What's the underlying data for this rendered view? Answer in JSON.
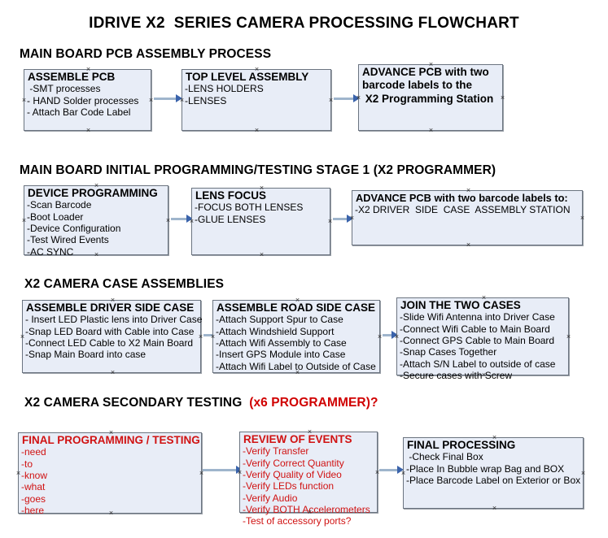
{
  "title": "IDRIVE X2  SERIES CAMERA PROCESSING FLOWCHART",
  "colors": {
    "box_fill": "#e8edf7",
    "box_border": "#6b7480",
    "connector": "#9fb5cc",
    "arrowhead": "#3a63ab",
    "accent_red": "#d01212",
    "text": "#000000"
  },
  "sections": [
    {
      "header": "MAIN BOARD PCB ASSEMBLY PROCESS",
      "header_accent": "",
      "boxes": [
        {
          "title": "ASSEMBLE PCB",
          "lines": [
            " -SMT processes",
            "- HAND Solder processes",
            "- Attach Bar Code Label"
          ]
        },
        {
          "title": "TOP LEVEL ASSEMBLY",
          "lines": [
            "-LENS HOLDERS",
            "-LENSES"
          ]
        },
        {
          "title": "ADVANCE PCB with two",
          "lines": [
            "barcode labels to the",
            " X2 Programming Station"
          ]
        }
      ]
    },
    {
      "header": "MAIN BOARD INITIAL PROGRAMMING/TESTING STAGE 1 (X2 PROGRAMMER)",
      "header_accent": "",
      "boxes": [
        {
          "title": "DEVICE PROGRAMMING",
          "lines": [
            "-Scan Barcode",
            "-Boot Loader",
            "-Device Configuration",
            "-Test Wired Events",
            "-AC SYNC"
          ]
        },
        {
          "title": "LENS FOCUS",
          "lines": [
            "-FOCUS BOTH LENSES",
            "-GLUE LENSES"
          ]
        },
        {
          "title": "ADVANCE PCB with two barcode labels to:",
          "lines": [
            "-X2 DRIVER  SIDE  CASE  ASSEMBLY STATION"
          ]
        }
      ]
    },
    {
      "header": "X2 CAMERA CASE ASSEMBLIES",
      "header_accent": "",
      "boxes": [
        {
          "title": "ASSEMBLE DRIVER SIDE CASE",
          "lines": [
            "- Insert LED Plastic lens into Driver Case",
            "-Snap LED Board with Cable into Case",
            "-Connect LED Cable to X2 Main Board",
            "-Snap Main Board into case"
          ]
        },
        {
          "title": "ASSEMBLE ROAD SIDE CASE",
          "lines": [
            "-Attach Support Spur to Case",
            "-Attach Windshield Support",
            "-Attach Wifi Assembly to Case",
            "-Insert GPS Module into Case",
            "-Attach Wifi Label to Outside of Case"
          ]
        },
        {
          "title": "JOIN THE TWO CASES",
          "lines": [
            "-Slide Wifi Antenna into Driver Case",
            "-Connect Wifi Cable to Main Board",
            "-Connect GPS Cable to Main Board",
            "-Snap Cases Together",
            "-Attach S/N Label to outside of case",
            "-Secure cases with Screw"
          ]
        }
      ]
    },
    {
      "header": "X2 CAMERA SECONDARY TESTING ",
      "header_accent": " (x6 PROGRAMMER)?",
      "boxes": [
        {
          "title": "FINAL PROGRAMMING / TESTING",
          "lines": [
            "-need",
            "-to",
            "-know",
            "-what",
            "-goes",
            "-here"
          ]
        },
        {
          "title": "REVIEW OF EVENTS",
          "lines": [
            "-Verify Transfer",
            "-Verify Correct Quantity",
            "-Verify Quality of Video",
            "-Verify LEDs function",
            "-Verify Audio",
            "-Verify BOTH Accelerometers",
            "-Test of accessory ports?"
          ]
        },
        {
          "title": "FINAL PROCESSING",
          "lines": [
            " -Check Final Box",
            "-Place In Bubble wrap Bag and BOX",
            "-Place Barcode Label on Exterior or Box"
          ]
        }
      ]
    }
  ]
}
